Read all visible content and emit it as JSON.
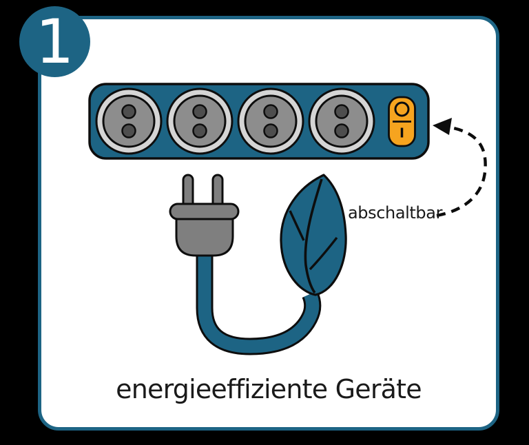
{
  "colors": {
    "pagebg": "#000000",
    "cardbg": "#ffffff",
    "teal": "#1d6484",
    "orange": "#f6a41f",
    "ring": "#d5d5d5",
    "face": "#8d8d8d",
    "hole": "#4e4e4e",
    "plug": "#7f7f7f",
    "outline": "#0d0d0d",
    "text": "#1a1a1a"
  },
  "badge": {
    "number": "1"
  },
  "power_strip": {
    "outlet_count": 4,
    "switch_symbols": [
      "O",
      "I"
    ]
  },
  "annotation": {
    "label": "abschaltbar",
    "arrow_style": "dashed",
    "arrow_points_to": "power-switch"
  },
  "caption": {
    "text": "energieeffiziente Geräte"
  },
  "icons": [
    "number-badge",
    "power-strip-icon",
    "outlet-icon",
    "power-switch-icon",
    "dashed-arrow-icon",
    "plug-icon",
    "cable-icon",
    "leaf-icon"
  ]
}
